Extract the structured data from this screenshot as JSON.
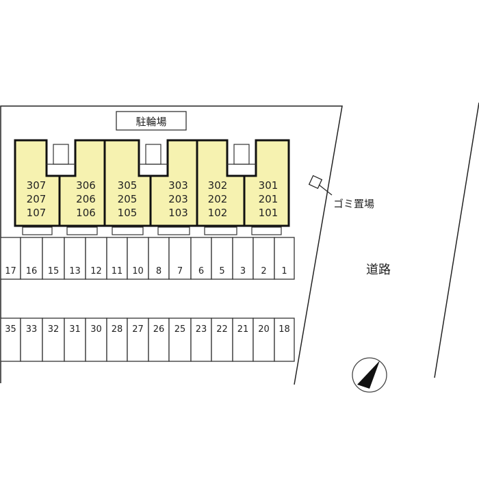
{
  "bicycle_parking_label": "駐輪場",
  "garbage_label": "ゴミ置場",
  "road_label": "道路",
  "colors": {
    "building_fill": "#f6f2b0",
    "line": "#222222"
  },
  "units": [
    {
      "rooms": [
        "307",
        "207",
        "107"
      ]
    },
    {
      "rooms": [
        "306",
        "206",
        "106"
      ]
    },
    {
      "rooms": [
        "305",
        "205",
        "105"
      ]
    },
    {
      "rooms": [
        "303",
        "203",
        "103"
      ]
    },
    {
      "rooms": [
        "302",
        "202",
        "102"
      ]
    },
    {
      "rooms": [
        "301",
        "201",
        "101"
      ]
    }
  ],
  "parking_row_1": [
    "17",
    "16",
    "15",
    "13",
    "12",
    "11",
    "10",
    "8",
    "7",
    "6",
    "5",
    "3",
    "2",
    "1"
  ],
  "parking_row_2": [
    "35",
    "33",
    "32",
    "31",
    "30",
    "28",
    "27",
    "26",
    "25",
    "23",
    "22",
    "21",
    "20",
    "18"
  ],
  "compass_icon": "north-arrow-icon"
}
